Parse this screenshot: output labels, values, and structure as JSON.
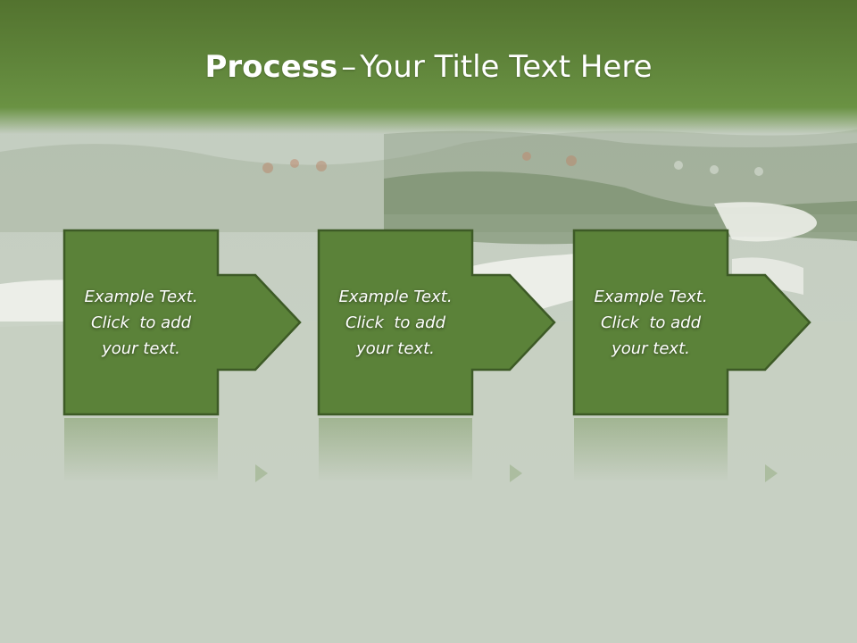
{
  "title": {
    "bold": "Process",
    "separator": "–",
    "rest": "Your Title Text Here"
  },
  "steps": [
    {
      "line1": "Example Text.",
      "line2": "Click  to add",
      "line3": "your text."
    },
    {
      "line1": "Example Text.",
      "line2": "Click  to add",
      "line3": "your text."
    },
    {
      "line1": "Example Text.",
      "line2": "Click  to add",
      "line3": "your text."
    }
  ],
  "colors": {
    "title_band": "#5f843a",
    "box_fill": "#5b8239",
    "box_border": "#3d5a26",
    "text": "#ffffff"
  }
}
